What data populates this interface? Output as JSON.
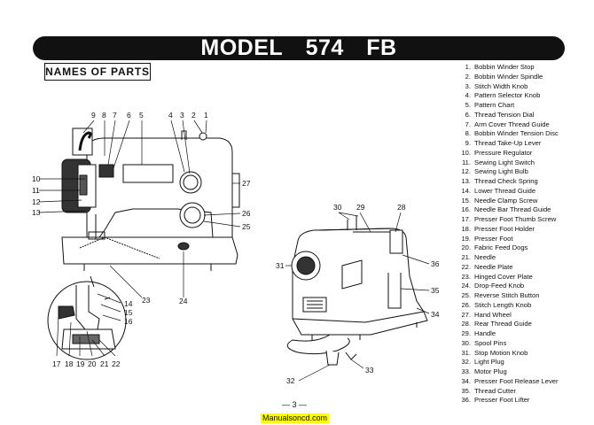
{
  "header": {
    "model": "MODEL",
    "number": "574",
    "suffix": "FB"
  },
  "section_title": "NAMES OF PARTS",
  "parts": [
    {
      "num": "1.",
      "name": "Bobbin Winder Stop"
    },
    {
      "num": "2.",
      "name": "Bobbin Winder Spindle"
    },
    {
      "num": "3.",
      "name": "Stitch Width Knob"
    },
    {
      "num": "4.",
      "name": "Pattern Selector Knob"
    },
    {
      "num": "5.",
      "name": "Pattern Chart"
    },
    {
      "num": "6.",
      "name": "Thread Tension Dial"
    },
    {
      "num": "7.",
      "name": "Arm Cover Thread Guide"
    },
    {
      "num": "8.",
      "name": "Bobbin Winder Tension Disc"
    },
    {
      "num": "9.",
      "name": "Thread Take-Up Lever"
    },
    {
      "num": "10.",
      "name": "Pressure Regulator"
    },
    {
      "num": "11.",
      "name": "Sewing Light Switch"
    },
    {
      "num": "12.",
      "name": "Sewing Light Bulb"
    },
    {
      "num": "13.",
      "name": "Thread Check Spring"
    },
    {
      "num": "14.",
      "name": "Lower Thread Guide"
    },
    {
      "num": "15.",
      "name": "Needle Clamp Screw"
    },
    {
      "num": "16.",
      "name": "Needle Bar Thread Guide"
    },
    {
      "num": "17.",
      "name": "Presser Foot Thumb Screw"
    },
    {
      "num": "18.",
      "name": "Presser Foot Holder"
    },
    {
      "num": "19.",
      "name": "Presser Foot"
    },
    {
      "num": "20.",
      "name": "Fabric Feed Dogs"
    },
    {
      "num": "21.",
      "name": "Needle"
    },
    {
      "num": "22.",
      "name": "Needle Plate"
    },
    {
      "num": "23.",
      "name": "Hinged Cover Plate"
    },
    {
      "num": "24.",
      "name": "Drop-Feed Knob"
    },
    {
      "num": "25.",
      "name": "Reverse Stitch Button"
    },
    {
      "num": "26.",
      "name": "Stitch Length Knob"
    },
    {
      "num": "27.",
      "name": "Hand Wheel"
    },
    {
      "num": "28.",
      "name": "Rear Thread Guide"
    },
    {
      "num": "29.",
      "name": "Handle"
    },
    {
      "num": "30.",
      "name": "Spool Pins"
    },
    {
      "num": "31.",
      "name": "Stop Motion Knob"
    },
    {
      "num": "32.",
      "name": "Light Plug"
    },
    {
      "num": "33.",
      "name": "Motor Plug"
    },
    {
      "num": "34.",
      "name": "Presser Foot Release Lever"
    },
    {
      "num": "35.",
      "name": "Thread Cutter"
    },
    {
      "num": "36.",
      "name": "Presser Foot Lifter"
    }
  ],
  "callouts": {
    "front_top": [
      "9",
      "8",
      "7",
      "6",
      "5",
      "4",
      "3",
      "2",
      "1"
    ],
    "front_left": [
      "10",
      "11",
      "12",
      "13"
    ],
    "front_right": [
      "27",
      "26",
      "25"
    ],
    "front_bottom": [
      "24",
      "23",
      "14",
      "15",
      "16"
    ],
    "detail_bottom": [
      "17",
      "18",
      "19",
      "20",
      "21",
      "22"
    ],
    "rear": [
      "30",
      "29",
      "28",
      "31",
      "36",
      "35",
      "34",
      "33",
      "32"
    ]
  },
  "page_number": "— 3 —",
  "watermark": "Manualsoncd.com"
}
